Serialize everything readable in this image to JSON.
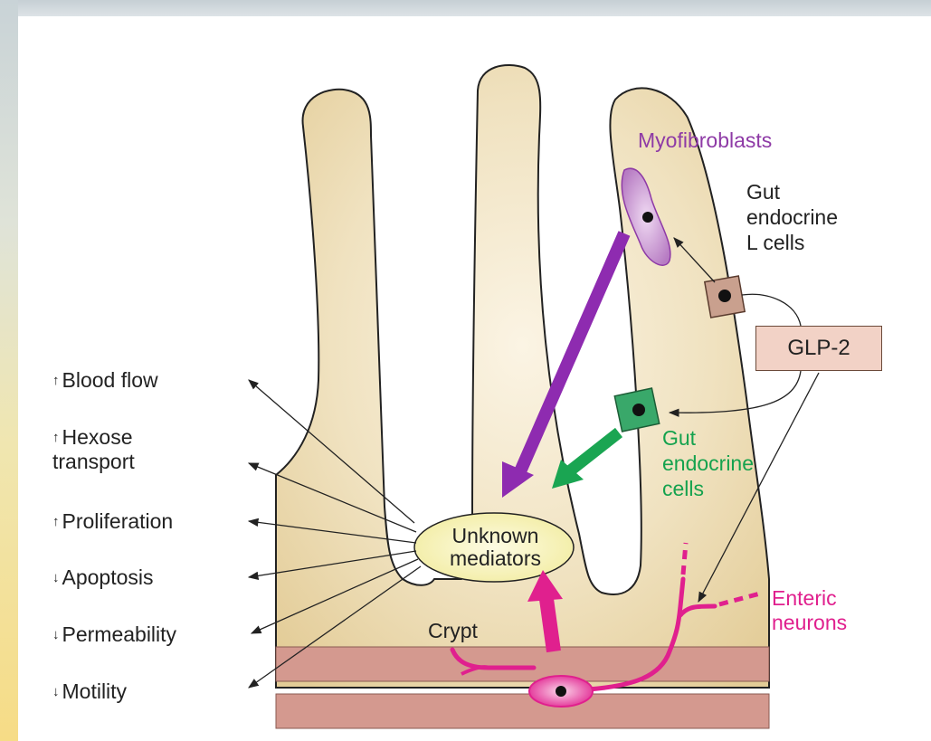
{
  "effects": [
    {
      "arrow": "↑",
      "label": "Blood flow"
    },
    {
      "arrow": "↑",
      "label": "Hexose\ntransport"
    },
    {
      "arrow": "↑",
      "label": "Proliferation"
    },
    {
      "arrow": "↓",
      "label": "Apoptosis"
    },
    {
      "arrow": "↓",
      "label": "Permeability"
    },
    {
      "arrow": "↓",
      "label": "Motility"
    }
  ],
  "labels": {
    "myofibroblasts": "Myofibroblasts",
    "gut_l_cells": "Gut\nendocrine\nL cells",
    "glp2": "GLP-2",
    "gut_endocrine_cells": "Gut\nendocrine\ncells",
    "unknown_mediators": "Unknown\nmediators",
    "crypt": "Crypt",
    "enteric_neurons": "Enteric\nneurons"
  },
  "colors": {
    "villus_fill": "#e8d3a4",
    "villus_stroke": "#222222",
    "myofibroblast": "#8e3aa6",
    "endocrine_green": "#15a24e",
    "enteric_magenta": "#e0208e",
    "l_cell": "#c9a08e",
    "glp2_box": "#f2d2c6",
    "muscle_band": "#d4998f",
    "mediator_fill": "#f7f3b8"
  }
}
